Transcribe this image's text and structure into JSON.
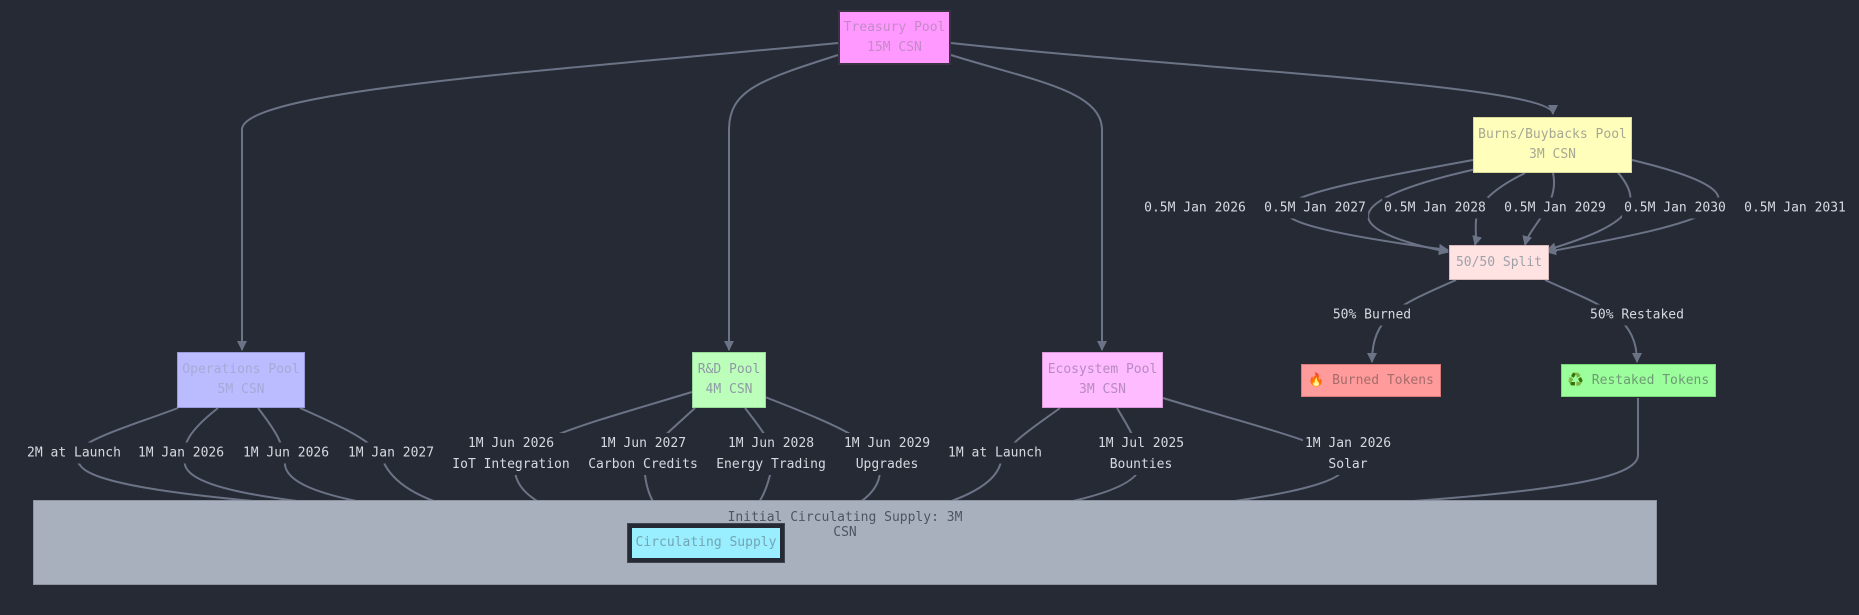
{
  "nodes": {
    "treasury": {
      "title": "Treasury Pool",
      "subtitle": "15M CSN",
      "fill": "#ff99ff",
      "text_color": "#c48ac8"
    },
    "operations": {
      "title": "Operations Pool",
      "subtitle": "5M CSN",
      "fill": "#bbbbff",
      "text_color": "#a6aad6"
    },
    "rnd": {
      "title": "R&D Pool",
      "subtitle": "4M CSN",
      "fill": "#bbffbb",
      "text_color": "#8f9aa4"
    },
    "ecosystem": {
      "title": "Ecosystem Pool",
      "subtitle": "3M CSN",
      "fill": "#ffbbff",
      "text_color": "#b78ac0"
    },
    "burns": {
      "title": "Burns/Buybacks Pool",
      "subtitle": "3M CSN",
      "fill": "#ffffbb",
      "text_color": "#a6a896"
    },
    "split": {
      "title": "50/50 Split",
      "fill": "#ffe3e3",
      "text_color": "#9fa1a8"
    },
    "burned": {
      "title": "🔥 Burned Tokens",
      "fill": "#ff9b9b",
      "text_color": "#a56c6c"
    },
    "restaked": {
      "title": "♻️ Restaked Tokens",
      "fill": "#9bff9b",
      "text_color": "#6e9a76"
    },
    "circulating": {
      "title": "Circulating Supply",
      "fill": "#99eeff",
      "text_color": "#74a5b2"
    }
  },
  "cluster": {
    "title": "Initial Circulating Supply: 3M CSN"
  },
  "edge_labels": {
    "ops_1": "2M at Launch",
    "ops_2": "1M Jan 2026",
    "ops_3": "1M Jun 2026",
    "ops_4": "1M Jan 2027",
    "rnd_1": {
      "date": "1M Jun 2026",
      "purpose": "IoT Integration"
    },
    "rnd_2": {
      "date": "1M Jun 2027",
      "purpose": "Carbon Credits"
    },
    "rnd_3": {
      "date": "1M Jun 2028",
      "purpose": "Energy Trading"
    },
    "rnd_4": {
      "date": "1M Jun 2029",
      "purpose": "Upgrades"
    },
    "eco_1": "1M at Launch",
    "eco_2": {
      "date": "1M Jul 2025",
      "purpose": "Bounties"
    },
    "eco_3": {
      "date": "1M Jan 2026",
      "purpose": "Solar"
    },
    "burn_1": "0.5M Jan 2026",
    "burn_2": "0.5M Jan 2027",
    "burn_3": "0.5M Jan 2028",
    "burn_4": "0.5M Jan 2029",
    "burn_5": "0.5M Jan 2030",
    "burn_6": "0.5M Jan 2031",
    "split_burned": "50% Burned",
    "split_restaked": "50% Restaked"
  },
  "colors": {
    "background": "#262a34",
    "edge": "#6b7386",
    "cluster_fill": "#a9b0bd",
    "label_text": "#d6d9e0"
  }
}
